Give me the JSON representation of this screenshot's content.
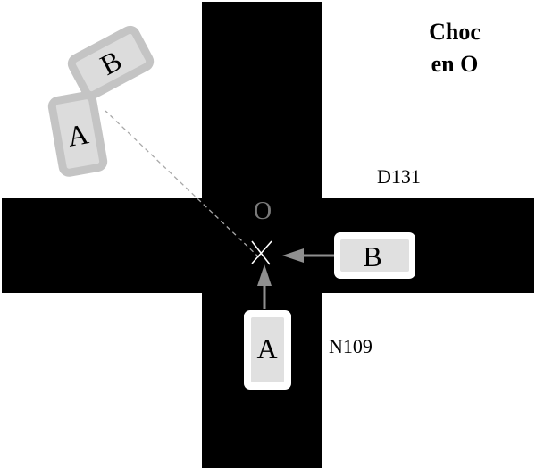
{
  "title": {
    "line1": "Choc",
    "line2": "en O"
  },
  "roads": {
    "horizontal": "D131",
    "vertical": "N109"
  },
  "impact_point": {
    "label": "O"
  },
  "vehicles": {
    "a_before": {
      "label": "A"
    },
    "b_before": {
      "label": "B"
    },
    "a_after": {
      "label": "A"
    },
    "b_after": {
      "label": "B"
    }
  },
  "colors": {
    "road": "#000000",
    "vehicle_fill": "#e0e0e0",
    "vehicle_border": "#ffffff",
    "vehicle_after_fill": "#dcdcdc",
    "vehicle_after_border": "#c4c4c4",
    "arrow": "#8f8f8f",
    "impact_label": "#7a7a7a"
  }
}
